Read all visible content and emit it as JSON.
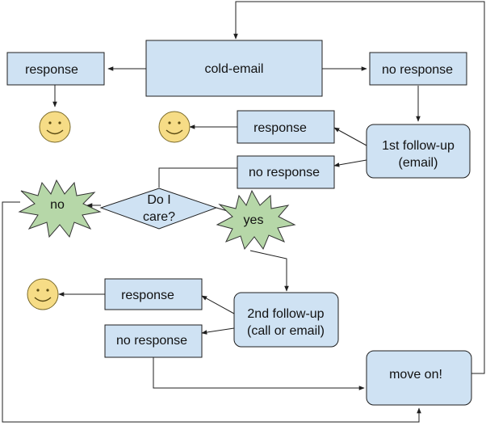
{
  "nodes": {
    "cold_email": "cold-email",
    "response_top_left": "response",
    "no_response_top": "no response",
    "response_mid": "response",
    "first_followup_line1": "1st follow-up",
    "first_followup_line2": "(email)",
    "no_response_mid": "no response",
    "decision_line1": "Do I",
    "decision_line2": "care?",
    "no_burst": "no",
    "yes_burst": "yes",
    "response_low": "response",
    "second_followup_line1": "2nd follow-up",
    "second_followup_line2": "(call or email)",
    "no_response_low": "no response",
    "move_on": "move on!"
  },
  "colors": {
    "box_fill": "#cfe2f3",
    "burst_fill": "#b6d7a8",
    "smiley_fill": "#f6dc86"
  },
  "icons": [
    "smiley-icon",
    "starburst-shape",
    "diamond-shape"
  ]
}
